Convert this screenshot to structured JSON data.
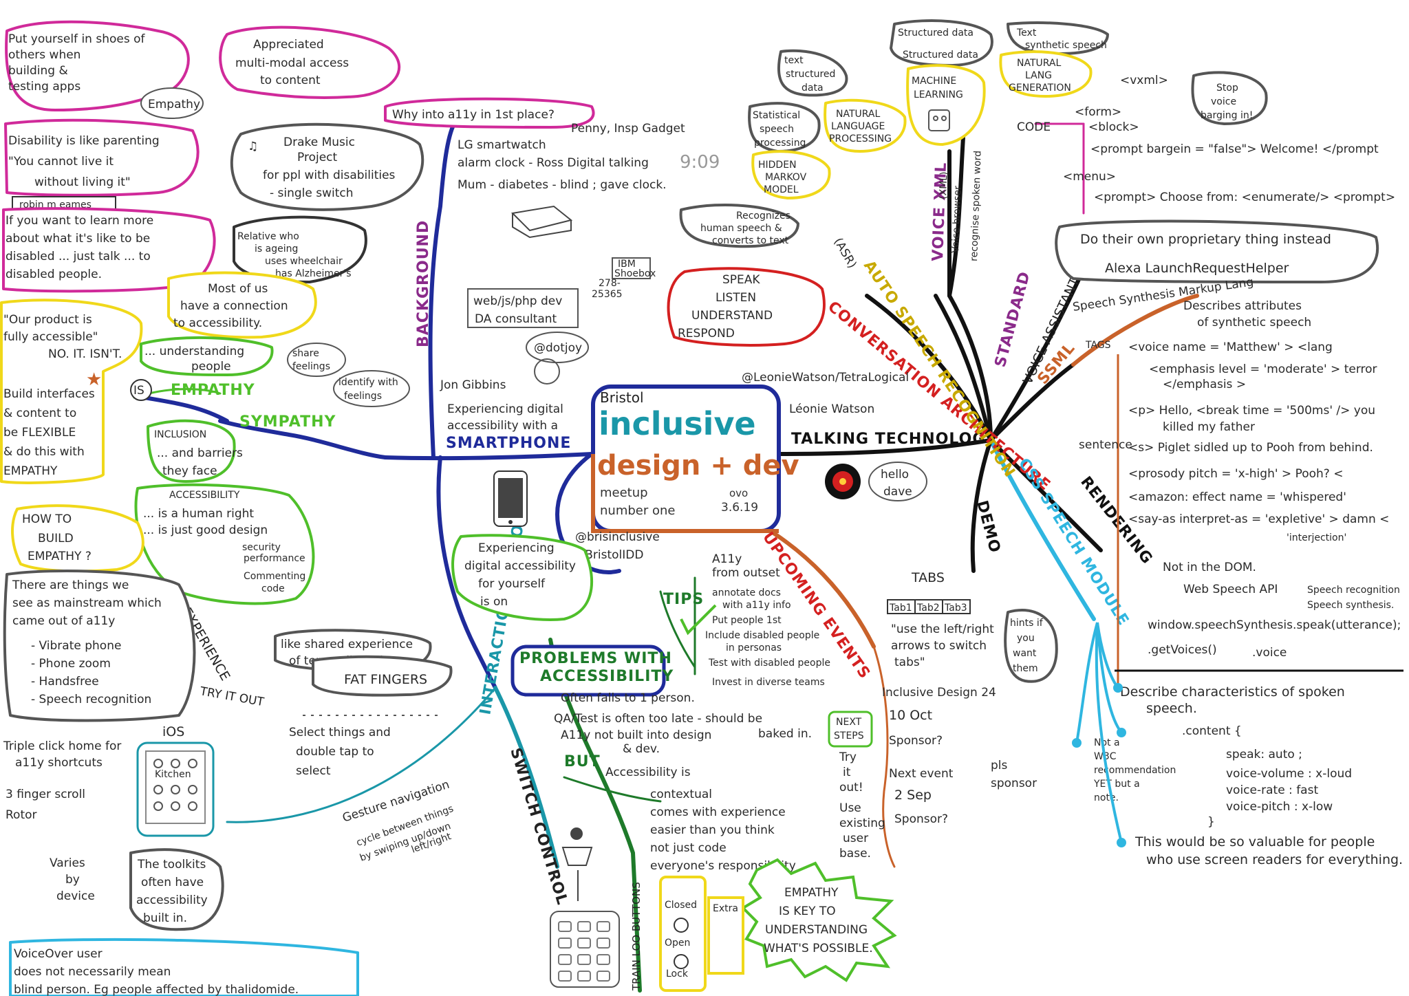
{
  "colors": {
    "navy": "#1f2b9a",
    "teal": "#1a97a8",
    "orange": "#c9622a",
    "black": "#111111",
    "magenta": "#d02a9a",
    "yellow": "#f0d81a",
    "green": "#4fbf2a",
    "darkgreen": "#1e7a2a",
    "red": "#d42020",
    "cyan": "#2fb6e0",
    "purple": "#8a2a8a",
    "grey": "#555555"
  },
  "center": {
    "top": "Bristol",
    "line1": "inclusive",
    "line2": "design + dev",
    "sub1": "meetup",
    "sub2": "number one",
    "date1": "ovo",
    "date2": "3.6.19"
  },
  "branches": {
    "smartphone": "SMARTPHONE",
    "background": "BACKGROUND",
    "interaction": "INTERACTION METHODS",
    "switch": "SWITCH CONTROL",
    "train": "TRAIN LOO BUTTONS",
    "talking": "TALKING TECHNOLOGY",
    "conversation": "CONVERSATION ARCHITECTURE",
    "autospeech": "AUTO SPEECH RECOGNITION",
    "standard": "STANDARD",
    "voicexml": "VOICE XML",
    "voiceassist": "VOICE ASSISTANTS",
    "ssml": "SSML",
    "css_speech": "CSS SPEECH MODULE",
    "rendering": "RENDERING",
    "demo": "DEMO",
    "upcoming": "UPCOMING EVENTS",
    "empathy": "EMPATHY",
    "sympathy": "SYMPATHY",
    "mobile": "MOBILE EXPERIENCE",
    "tryit": "TRY IT OUT",
    "problems1": "PROBLEMS WITH",
    "problems2": "ACCESSIBILITY",
    "tips": "TIPS",
    "but": "BUT"
  },
  "topleft": {
    "shoes": [
      "Put yourself in shoes of",
      "others when",
      "building &",
      "testing apps"
    ],
    "appreciated": [
      "Appreciated",
      "multi-modal access",
      "to content"
    ],
    "empathy_bubble": "Empathy",
    "parenting": [
      "Disability is like parenting",
      "\"You cannot live it",
      "without living it\""
    ],
    "robin": "robin m eames",
    "talk": [
      "If you want to learn more",
      "about what it's like to be",
      "disabled ... just talk ... to",
      "disabled people."
    ],
    "drake": [
      "Drake Music",
      "Project",
      "for ppl with disabilities",
      "- single switch"
    ],
    "relative": [
      "Relative who",
      "is ageing",
      "uses wheelchair",
      "has Alzheimer's"
    ],
    "connection": [
      "Most of us",
      "have a connection",
      "to accessibility."
    ]
  },
  "left": {
    "product": [
      "\"Our product is",
      "fully accessible\"",
      "NO. IT. ISN'T."
    ],
    "build": [
      "Build interfaces",
      "& content to",
      "be FLEXIBLE",
      "& do this with",
      "EMPATHY"
    ],
    "is": "IS",
    "understanding": [
      "... understanding",
      "people"
    ],
    "share": [
      "share",
      "feelings"
    ],
    "identify": [
      "identify with",
      "feelings"
    ],
    "inclusion": [
      "INCLUSION",
      "... and barriers",
      "they face"
    ],
    "accessibility": [
      "ACCESSIBILITY",
      "... is a human right",
      "... is just good design",
      "security",
      "performance",
      "Commenting",
      "code"
    ],
    "howto": [
      "HOW TO",
      "BUILD",
      "EMPATHY ?"
    ],
    "mainstream": [
      "There are things we",
      "see as mainstream which",
      "came out of a11y"
    ],
    "list": [
      "- Vibrate phone",
      "- Phone zoom",
      "- Handsfree",
      "- Speech recognition"
    ],
    "shared": [
      "like shared experience",
      "of temp. disability."
    ],
    "fatfingers": "FAT FINGERS"
  },
  "ios": {
    "title": "iOS",
    "triple": [
      "Triple click home for",
      "a11y shortcuts"
    ],
    "three": "3 finger scroll",
    "rotor": "Rotor",
    "kitchen": "Kitchen",
    "varies": [
      "Varies",
      "by",
      "device"
    ],
    "toolkits": [
      "The toolkits",
      "often have",
      "accessibility",
      "built in."
    ],
    "voiceover": [
      "VoiceOver user",
      "does not necessarily mean",
      "blind person. Eg people affected by thalidomide."
    ]
  },
  "middle": {
    "why": "Why into a11y in 1st place?",
    "penny": "Penny, Insp Gadget",
    "lg": "LG smartwatch",
    "alarm": "alarm clock - Ross Digital talking",
    "clock": "9:09",
    "mum": "Mum - diabetes - blind ; gave clock.",
    "webdev": [
      "web/js/php dev",
      "DA consultant"
    ],
    "dotjoy": "@dotjoy",
    "jon": "Jon Gibbins",
    "exp": [
      "Experiencing digital",
      "accessibility with a"
    ],
    "ibm": [
      "IBM",
      "Shoebox"
    ],
    "ibm_nums": [
      "278-",
      "25365"
    ],
    "recognizes": [
      "Recognizes",
      "human speech &",
      "converts to text"
    ],
    "asr": "(ASR)",
    "speak": [
      "SPEAK",
      "LISTEN",
      "UNDERSTAND",
      "RESPOND"
    ],
    "leonie1": "@LeonieWatson/TetraLogical",
    "leonie2": "Léonie Watson",
    "hello": [
      "hello",
      "dave"
    ],
    "brisinc": [
      "@brisinclusive",
      "#BristolIDD"
    ],
    "expyourself": [
      "Experiencing",
      "digital accessibility",
      "for yourself",
      "is on"
    ],
    "select": [
      "Select things and",
      "double tap to",
      "select"
    ],
    "gesture": [
      "Gesture navigation",
      "cycle between things",
      "by swiping up/down",
      "left/right"
    ]
  },
  "tips": {
    "items": [
      "A11y",
      "from outset",
      "annotate docs",
      "with a11y info",
      "Put people 1st",
      "Include disabled people",
      "in personas",
      "Test with disabled people",
      "Invest in diverse teams"
    ]
  },
  "problems": {
    "items": [
      "Often falls to 1 person.",
      "QA/Test is often too late - should be",
      "baked in.",
      "A11y not built into design",
      "& dev."
    ]
  },
  "but_list": {
    "header": "Accessibility is",
    "items": [
      "contextual",
      "comes with experience",
      "easier than you think",
      "not just code",
      "everyone's responsibility"
    ]
  },
  "empathy_star": [
    "EMPATHY",
    "IS KEY TO",
    "UNDERSTANDING",
    "WHAT'S POSSIBLE."
  ],
  "loo": [
    "Closed",
    "Open",
    "Lock",
    "Extra"
  ],
  "events": {
    "id24": "Inclusive Design 24",
    "oct": "10 Oct",
    "sponsor": "Sponsor?",
    "next": "Next event",
    "sep": "2 Sep",
    "sponsor2": "Sponsor?",
    "nextsteps": [
      "NEXT",
      "STEPS"
    ],
    "tryit": [
      "Try",
      "it",
      "out!"
    ],
    "use": [
      "Use",
      "existing",
      "user",
      "base."
    ],
    "pls": [
      "pls",
      "sponsor"
    ]
  },
  "demo": {
    "tabs": "TABS",
    "tab_labels": [
      "Tab1",
      "Tab2",
      "Tab3"
    ],
    "quote": [
      "\"use the left/right",
      "arrows to switch",
      "tabs\""
    ],
    "hints": [
      "hints if",
      "you",
      "want",
      "them"
    ]
  },
  "topright": {
    "structured": [
      "Structured data",
      "Structured data"
    ],
    "text_syn": [
      "Text",
      "synthetic speech"
    ],
    "text_struct": [
      "text",
      "structured",
      "data"
    ],
    "stat": [
      "Statistical",
      "speech",
      "processing"
    ],
    "nlp": [
      "NATURAL",
      "LANGUAGE",
      "PROCESSING"
    ],
    "hmm": [
      "HIDDEN",
      "MARKOV",
      "MODEL"
    ],
    "ml": [
      "MACHINE",
      "LEARNING"
    ],
    "nlg": [
      "NATURAL",
      "LANG",
      "GENERATION"
    ],
    "vxml": "<vxml>",
    "stop": [
      "Stop",
      "voice",
      "barging in!"
    ],
    "code": "CODE",
    "form": "<form>",
    "block": "<block>",
    "prompt1": "<prompt bargein = \"false\"> Welcome! </prompt",
    "menu": "<menu>",
    "prompt2": "<prompt> Choose from: <enumerate/> <prompt>",
    "xml": "(XML)",
    "browser": "Voice browser",
    "recognise": "recognise spoken word"
  },
  "right": {
    "proprietary": [
      "Do their own proprietary thing instead",
      "Alexa LaunchRequestHelper"
    ],
    "ssml_full": "Speech Synthesis Markup Lang",
    "describes": [
      "Describes attributes",
      "of synthetic speech"
    ],
    "tags": "TAGS",
    "voice": "<voice name = 'Matthew' > <lang",
    "emph": [
      "<emphasis level = 'moderate' > terror",
      "</emphasis >"
    ],
    "p": [
      "<p> Hello, <break time = '500ms' /> you",
      "killed my father"
    ],
    "sentence": "sentence",
    "s": "<s> Piglet sidled up to Pooh from behind.",
    "prosody": "<prosody pitch = 'x-high' > Pooh? <",
    "amazon": "<amazon: effect name = 'whispered'",
    "sayas": [
      "<say-as interpret-as = 'expletive' > damn <",
      "'interjection'"
    ],
    "dom": [
      "Not in the DOM.",
      "Web Speech API"
    ],
    "recog": [
      "Speech recognition",
      "Speech synthesis."
    ],
    "window": "window.speechSynthesis.speak(utterance);",
    "getvoices": ".getVoices()",
    "voice_prop": ".voice",
    "describe": [
      "Describe characteristics of spoken",
      "speech."
    ],
    "not_w3c": [
      "Not a",
      "W3C",
      "recommendation",
      "YET but a",
      "note."
    ],
    "content": ".content {",
    "css_props": [
      "speak: auto ;",
      "voice-volume : x-loud",
      "voice-rate : fast",
      "voice-pitch : x-low"
    ],
    "close": "}",
    "valuable": [
      "This would be so valuable for people",
      "who use screen readers for everything."
    ]
  }
}
